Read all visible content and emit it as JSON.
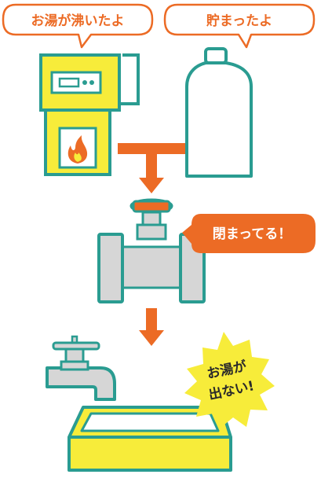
{
  "bubbles": {
    "boiling": "お湯が沸いたよ",
    "stored": "貯まったよ",
    "valve_closed": "閉まってる！"
  },
  "burst": {
    "line1": "お湯が",
    "line2": "出ない!"
  },
  "colors": {
    "teal": "#2a9c91",
    "yellow": "#f7ec3a",
    "orange": "#ec6b25",
    "gray": "#d6d6d6",
    "white": "#ffffff"
  },
  "icons": [
    "water-heater-icon",
    "storage-tank-icon",
    "valve-icon",
    "faucet-icon",
    "sink-icon",
    "flame-icon",
    "arrow-icon"
  ]
}
